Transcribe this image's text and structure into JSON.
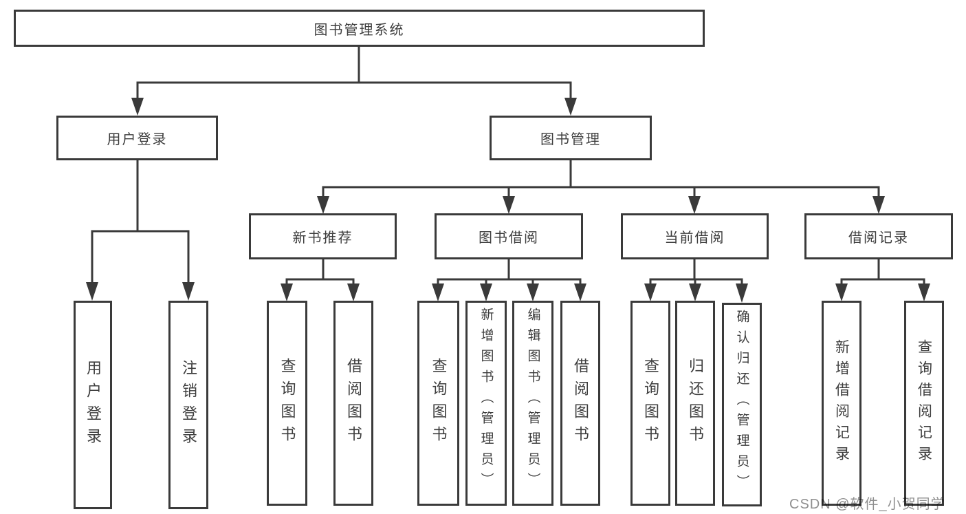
{
  "diagram": {
    "title": "图书管理系统",
    "branches": [
      {
        "label": "用户登录",
        "children": [
          {
            "label": "用户登录"
          },
          {
            "label": "注销登录"
          }
        ]
      },
      {
        "label": "图书管理",
        "children": [
          {
            "label": "新书推荐",
            "children": [
              {
                "label": "查询图书"
              },
              {
                "label": "借阅图书"
              }
            ]
          },
          {
            "label": "图书借阅",
            "children": [
              {
                "label": "查询图书"
              },
              {
                "label": "新增图书（管理员）"
              },
              {
                "label": "编辑图书（管理员）"
              },
              {
                "label": "借阅图书"
              }
            ]
          },
          {
            "label": "当前借阅",
            "children": [
              {
                "label": "查询图书"
              },
              {
                "label": "归还图书"
              },
              {
                "label": "确认归还（管理员）"
              }
            ]
          },
          {
            "label": "借阅记录",
            "children": [
              {
                "label": "新增借阅记录"
              },
              {
                "label": "查询借阅记录"
              }
            ]
          }
        ]
      }
    ]
  },
  "watermark": "CSDN @软件_小贺同学",
  "colors": {
    "line": "#3a3a3a",
    "text": "#3d3d3d",
    "watermark": "#8f8f8f",
    "background": "#ffffff"
  }
}
